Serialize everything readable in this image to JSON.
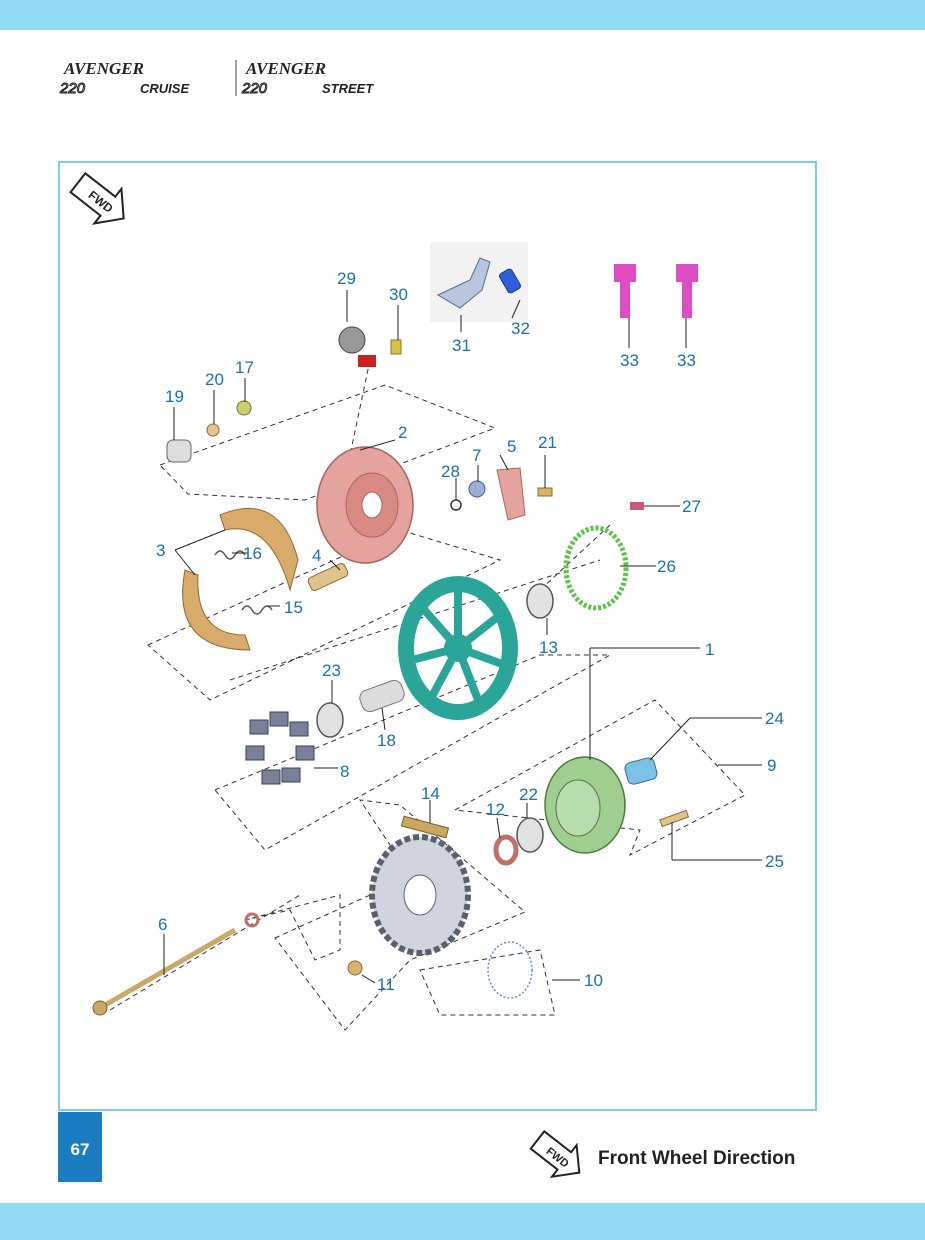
{
  "header": {
    "logo_left_line1": "AVENGER",
    "logo_left_line2": "220",
    "logo_left_variant": "CRUISE",
    "logo_right_line1": "AVENGER",
    "logo_right_line2": "220",
    "logo_right_variant": "STREET"
  },
  "fwd_badge": "FWD",
  "callouts": [
    "29",
    "30",
    "31",
    "32",
    "33",
    "33",
    "19",
    "20",
    "17",
    "2",
    "28",
    "7",
    "5",
    "21",
    "27",
    "3",
    "16",
    "4",
    "15",
    "26",
    "13",
    "1",
    "23",
    "18",
    "24",
    "9",
    "8",
    "14",
    "12",
    "22",
    "25",
    "6",
    "11",
    "10"
  ],
  "page_number": "67",
  "legend": {
    "badge": "FWD",
    "text": "Front Wheel Direction"
  },
  "colors": {
    "band": "#92dbf5",
    "frame": "#7fcbe8",
    "callout": "#1b6fb3",
    "page_box": "#1a7cc1",
    "wheel": "#2aa59a",
    "brake_plate": "#e5a39d",
    "sprocket_holder": "#9fcf8f",
    "shoe": "#d9ab6a",
    "abs_ring": "#5cc24c",
    "bolt_magenta": "#e04cc3",
    "sensor_blue": "#2e5fd6"
  }
}
